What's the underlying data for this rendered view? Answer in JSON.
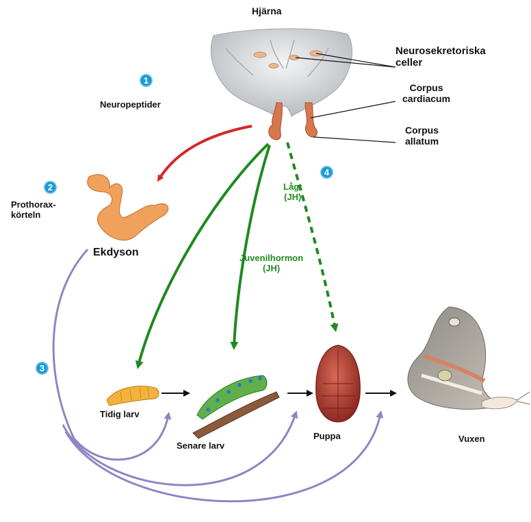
{
  "labels": {
    "brain": "Hjärna",
    "neurosecretory": [
      "Neurosekretoriska",
      "celler"
    ],
    "neuropeptides": "Neuropeptider",
    "corpus_cardiacum": [
      "Corpus",
      "cardiacum"
    ],
    "corpus_allatum": [
      "Corpus",
      "allatum"
    ],
    "prothoracic_gland": [
      "Prothorax-",
      "körteln"
    ],
    "ecdysone": "Ekdyson",
    "low_jh": [
      "Lågt",
      "(JH)"
    ],
    "juvenile_hormone": [
      "Juvenilhormon",
      "(JH)"
    ],
    "early_larva": "Tidig larv",
    "later_larva": "Senare larv",
    "pupa": "Puppa",
    "adult": "Vuxen"
  },
  "steps": [
    "1",
    "2",
    "3",
    "4"
  ],
  "colors": {
    "neuropeptide_arrow": "#d3272b",
    "jh_arrow": "#1f8a1f",
    "ecdysone_arrow": "#8f84c4",
    "stage_arrow": "#111111",
    "badge": "#1e9ad6",
    "gland": "#f0a15c",
    "brain": "#cfd2d6"
  }
}
